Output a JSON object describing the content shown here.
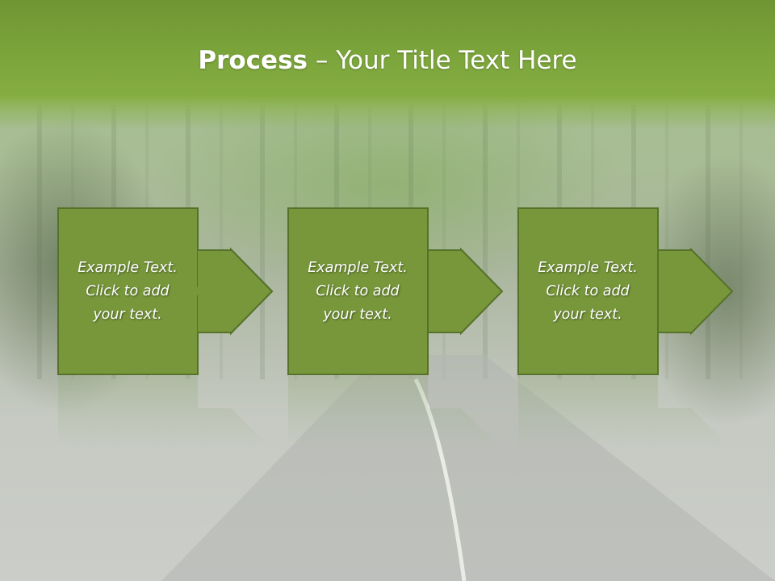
{
  "slide": {
    "title_bold": "Process",
    "title_rest": " – Your Title Text Here"
  },
  "steps": [
    {
      "line1": "Example Text.",
      "line2": "Click  to add",
      "line3": "your text."
    },
    {
      "line1": "Example Text.",
      "line2": "Click  to add",
      "line3": "your text."
    },
    {
      "line1": "Example Text.",
      "line2": "Click  to add",
      "line3": "your text."
    }
  ],
  "colors": {
    "title_band": "#7aa33a",
    "step_fill": "#77973a",
    "step_border": "#56722a",
    "text": "#ffffff"
  }
}
